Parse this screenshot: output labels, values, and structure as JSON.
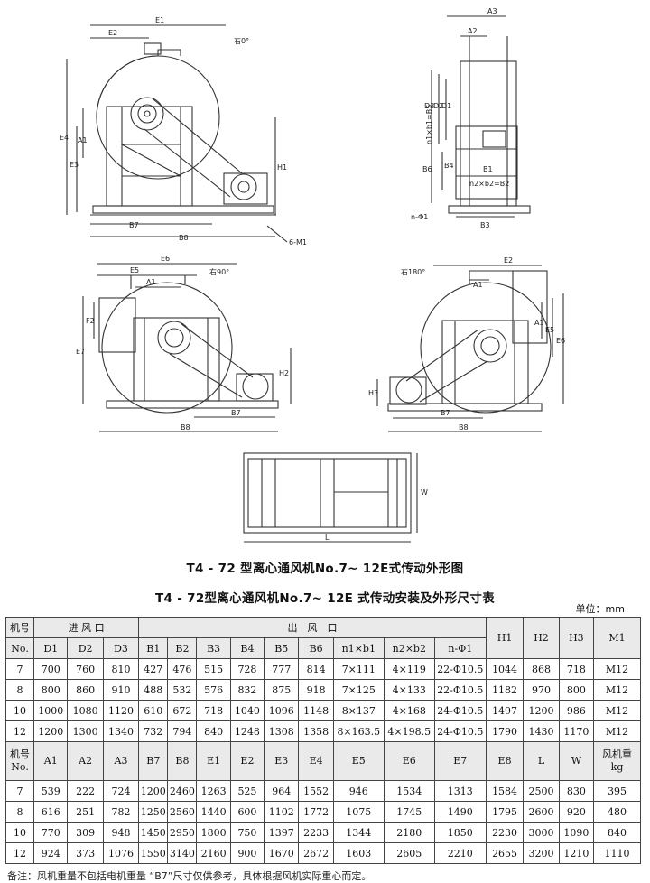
{
  "drawing_labels": {
    "view1": {
      "rot": "右0°",
      "E1": "E1",
      "E2": "E2",
      "E4": "E4",
      "A1": "A1",
      "E3": "E3",
      "H1": "H1",
      "B7": "B7",
      "B8": "B8",
      "M1": "6-M1"
    },
    "view2": {
      "A3": "A3",
      "A2": "A2",
      "D3": "D3",
      "D2": "D2",
      "D1": "D1",
      "B6": "B6",
      "B5": "n1×b1=B5",
      "B4": "B4",
      "B1": "B1",
      "B2": "n2×b2=B2",
      "n": "n-Φ1",
      "B3": "B3"
    },
    "view3": {
      "rot": "右90°",
      "E6": "E6",
      "E5": "E5",
      "A1": "A1",
      "F2": "F2",
      "E7": "E7",
      "H2": "H2",
      "B7": "B7",
      "B8": "B8"
    },
    "view4": {
      "rot": "右180°",
      "E2": "E2",
      "A1": "A1",
      "E5": "E5",
      "E6": "E6",
      "H3": "H3",
      "B7": "B7",
      "B8": "B8"
    },
    "view5": {
      "W": "W",
      "L": "L"
    }
  },
  "figure_title": "T4 - 72 型离心通风机No.7~ 12E式传动外形图",
  "table_title": "T4 - 72型离心通风机No.7~ 12E 式传动安装及外形尺寸表",
  "unit": "单位：mm",
  "table1": {
    "h_no": "机号",
    "h_no2": "No.",
    "h_inlet": "进 风 口",
    "h_outlet": "出　风　口",
    "cols": [
      "D1",
      "D2",
      "D3",
      "B1",
      "B2",
      "B3",
      "B4",
      "B5",
      "B6",
      "n1×b1",
      "n2×b2",
      "n-Φ1"
    ],
    "tail": [
      "H1",
      "H2",
      "H3",
      "M1"
    ],
    "rows": [
      [
        "7",
        "700",
        "760",
        "810",
        "427",
        "476",
        "515",
        "728",
        "777",
        "814",
        "7×111",
        "4×119",
        "22-Φ10.5",
        "1044",
        "868",
        "718",
        "M12"
      ],
      [
        "8",
        "800",
        "860",
        "910",
        "488",
        "532",
        "576",
        "832",
        "875",
        "918",
        "7×125",
        "4×133",
        "22-Φ10.5",
        "1182",
        "970",
        "800",
        "M12"
      ],
      [
        "10",
        "1000",
        "1080",
        "1120",
        "610",
        "672",
        "718",
        "1040",
        "1096",
        "1148",
        "8×137",
        "4×168",
        "24-Φ10.5",
        "1497",
        "1200",
        "986",
        "M12"
      ],
      [
        "12",
        "1200",
        "1300",
        "1340",
        "732",
        "794",
        "840",
        "1248",
        "1308",
        "1358",
        "8×163.5",
        "4×198.5",
        "24-Φ10.5",
        "1790",
        "1430",
        "1170",
        "M12"
      ]
    ]
  },
  "table2": {
    "h_no": "机号",
    "h_no2": "No.",
    "cols": [
      "A1",
      "A2",
      "A3",
      "B7",
      "B8",
      "E1",
      "E2",
      "E3",
      "E4",
      "E5",
      "E6",
      "E7",
      "E8",
      "L",
      "W"
    ],
    "h_wt": "风机重",
    "h_wt2": "kg",
    "rows": [
      [
        "7",
        "539",
        "222",
        "724",
        "1200",
        "2460",
        "1263",
        "525",
        "964",
        "1552",
        "946",
        "1534",
        "1313",
        "1584",
        "2500",
        "830",
        "395"
      ],
      [
        "8",
        "616",
        "251",
        "782",
        "1250",
        "2560",
        "1440",
        "600",
        "1102",
        "1772",
        "1075",
        "1745",
        "1490",
        "1795",
        "2600",
        "920",
        "480"
      ],
      [
        "10",
        "770",
        "309",
        "948",
        "1450",
        "2950",
        "1800",
        "750",
        "1397",
        "2233",
        "1344",
        "2180",
        "1850",
        "2230",
        "3000",
        "1090",
        "840"
      ],
      [
        "12",
        "924",
        "373",
        "1076",
        "1550",
        "3140",
        "2160",
        "900",
        "1670",
        "2672",
        "1603",
        "2605",
        "2210",
        "2655",
        "3200",
        "1210",
        "1110"
      ]
    ]
  },
  "note": "备注：风机重量不包括电机重量 “B7”尺寸仅供参考，具体根据风机实际重心而定。"
}
